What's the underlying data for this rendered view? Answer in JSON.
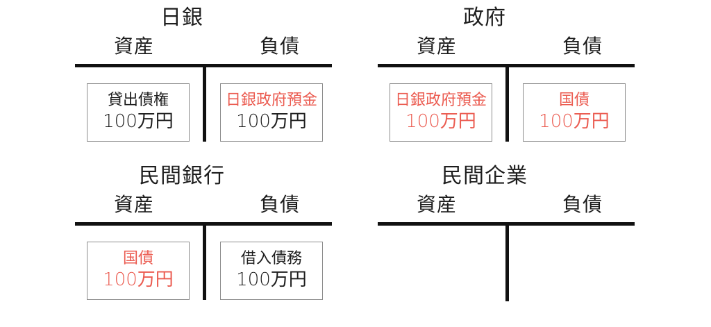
{
  "diagram": {
    "column_headers": {
      "assets": "資産",
      "liabilities": "負債"
    },
    "accent_color": "#eb5b50",
    "ink_color": "#1d1d1d",
    "box_border_color": "#8b8b8b",
    "panels": [
      {
        "title": "日銀",
        "assets_header": "資産",
        "liabilities_header": "負債",
        "assets": {
          "label": "貸出債権",
          "amount": "100万円"
        },
        "liabilities": {
          "label": "日銀政府預金",
          "amount": "100万円"
        }
      },
      {
        "title": "政府",
        "assets_header": "資産",
        "liabilities_header": "負債",
        "assets": {
          "label": "日銀政府預金",
          "amount": "100万円"
        },
        "liabilities": {
          "label": "国債",
          "amount": "100万円"
        }
      },
      {
        "title": "民間銀行",
        "assets_header": "資産",
        "liabilities_header": "負債",
        "assets": {
          "label": "国債",
          "amount": "100万円"
        },
        "liabilities": {
          "label": "借入債務",
          "amount": "100万円"
        }
      },
      {
        "title": "民間企業",
        "assets_header": "資産",
        "liabilities_header": "負債",
        "assets": {
          "label": "",
          "amount": ""
        },
        "liabilities": {
          "label": "",
          "amount": ""
        }
      }
    ]
  }
}
